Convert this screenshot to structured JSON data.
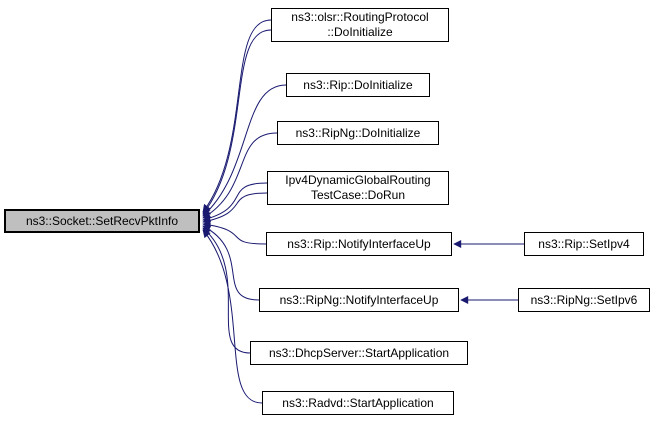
{
  "diagram": {
    "type": "doxygen-caller-graph",
    "main_function": "ns3::Socket::SetRecvPktInfo",
    "nodes": [
      {
        "id": "main",
        "label": "ns3::Socket::SetRecvPktInfo"
      },
      {
        "id": "olsr_doinit",
        "label": "ns3::olsr::RoutingProtocol\n::DoInitialize"
      },
      {
        "id": "rip_doinit",
        "label": "ns3::Rip::DoInitialize"
      },
      {
        "id": "ripng_doinit",
        "label": "ns3::RipNg::DoInitialize"
      },
      {
        "id": "ipv4test_dorun",
        "label": "Ipv4DynamicGlobalRouting\nTestCase::DoRun"
      },
      {
        "id": "rip_notify",
        "label": "ns3::Rip::NotifyInterfaceUp"
      },
      {
        "id": "ripng_notify",
        "label": "ns3::RipNg::NotifyInterfaceUp"
      },
      {
        "id": "dhcp_start",
        "label": "ns3::DhcpServer::StartApplication"
      },
      {
        "id": "radvd_start",
        "label": "ns3::Radvd::StartApplication"
      },
      {
        "id": "rip_setipv4",
        "label": "ns3::Rip::SetIpv4"
      },
      {
        "id": "ripng_setipv6",
        "label": "ns3::RipNg::SetIpv6"
      }
    ],
    "edges": [
      {
        "from": "olsr_doinit",
        "to": "main",
        "count": 2
      },
      {
        "from": "rip_doinit",
        "to": "main",
        "count": 1
      },
      {
        "from": "ripng_doinit",
        "to": "main",
        "count": 1
      },
      {
        "from": "ipv4test_dorun",
        "to": "main",
        "count": 2
      },
      {
        "from": "rip_notify",
        "to": "main",
        "count": 1
      },
      {
        "from": "ripng_notify",
        "to": "main",
        "count": 1
      },
      {
        "from": "dhcp_start",
        "to": "main",
        "count": 1
      },
      {
        "from": "radvd_start",
        "to": "main",
        "count": 1
      },
      {
        "from": "rip_setipv4",
        "to": "rip_notify",
        "count": 1
      },
      {
        "from": "ripng_setipv6",
        "to": "ripng_notify",
        "count": 1
      }
    ],
    "colors": {
      "edge": "#191970",
      "main_fill": "#bfbfbf",
      "node_fill": "#ffffff",
      "border": "#000000"
    }
  }
}
